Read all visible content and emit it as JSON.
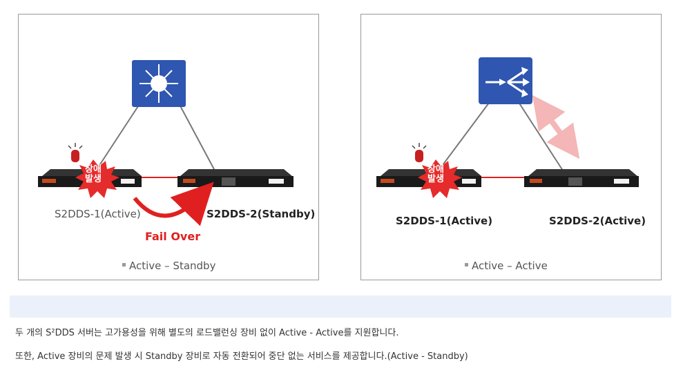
{
  "left_panel": {
    "server1_label": "S2DDS-1(Active)",
    "server2_label": "S2DDS-2(Standby)",
    "failover_label": "Fail Over",
    "caption": "Active – Standby",
    "fault_badge": "장애\n발생",
    "switch_icon": "hub-switch-icon"
  },
  "right_panel": {
    "server1_label": "S2DDS-1(Active)",
    "server2_label": "S2DDS-2(Active)",
    "caption": "Active – Active",
    "fault_badge": "장애\n발생",
    "switch_icon": "load-balancer-router-icon"
  },
  "description": {
    "line1": "두 개의 S²DDS 서버는 고가용성을 위해 별도의 로드밸런싱 장비 없이 Active - Active를 지원합니다.",
    "line2": "또한, Active 장비의 문제 발생 시 Standby 장비로 자동 전환되어 중단 없는 서비스를 제공합니다.(Active - Standby)"
  },
  "colors": {
    "switch_blue": "#2f56b0",
    "fault_red": "#e52b2b",
    "failover_red": "#e02020",
    "sync_pink": "#f4b6b6",
    "band": "#eaf1fa"
  }
}
